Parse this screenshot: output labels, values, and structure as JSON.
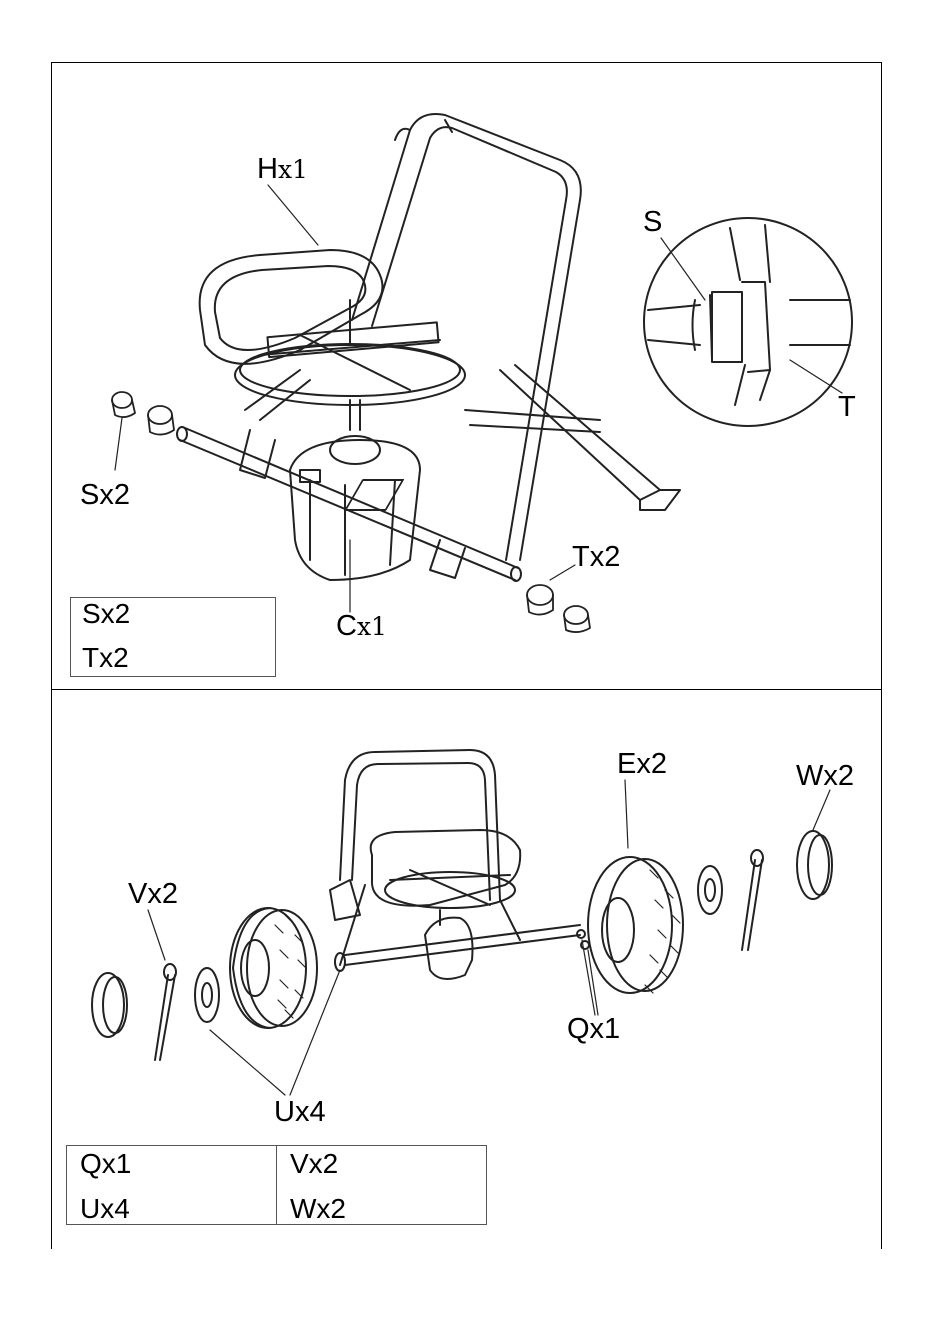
{
  "step1": {
    "labels": {
      "H": {
        "letter": "H",
        "qty": "x1"
      },
      "C": {
        "letter": "C",
        "qty": "x1"
      },
      "S_group": "Sx2",
      "T_group": "Tx2",
      "detail_S": "S",
      "detail_T": "T"
    },
    "legend": [
      "Sx2",
      "Tx2"
    ]
  },
  "step2": {
    "labels": {
      "E": "Ex2",
      "W": "Wx2",
      "V": "Vx2",
      "Q": "Qx1",
      "U": "Ux4"
    },
    "legend": [
      "Qx1",
      "Ux4",
      "Vx2",
      "Wx2"
    ]
  }
}
